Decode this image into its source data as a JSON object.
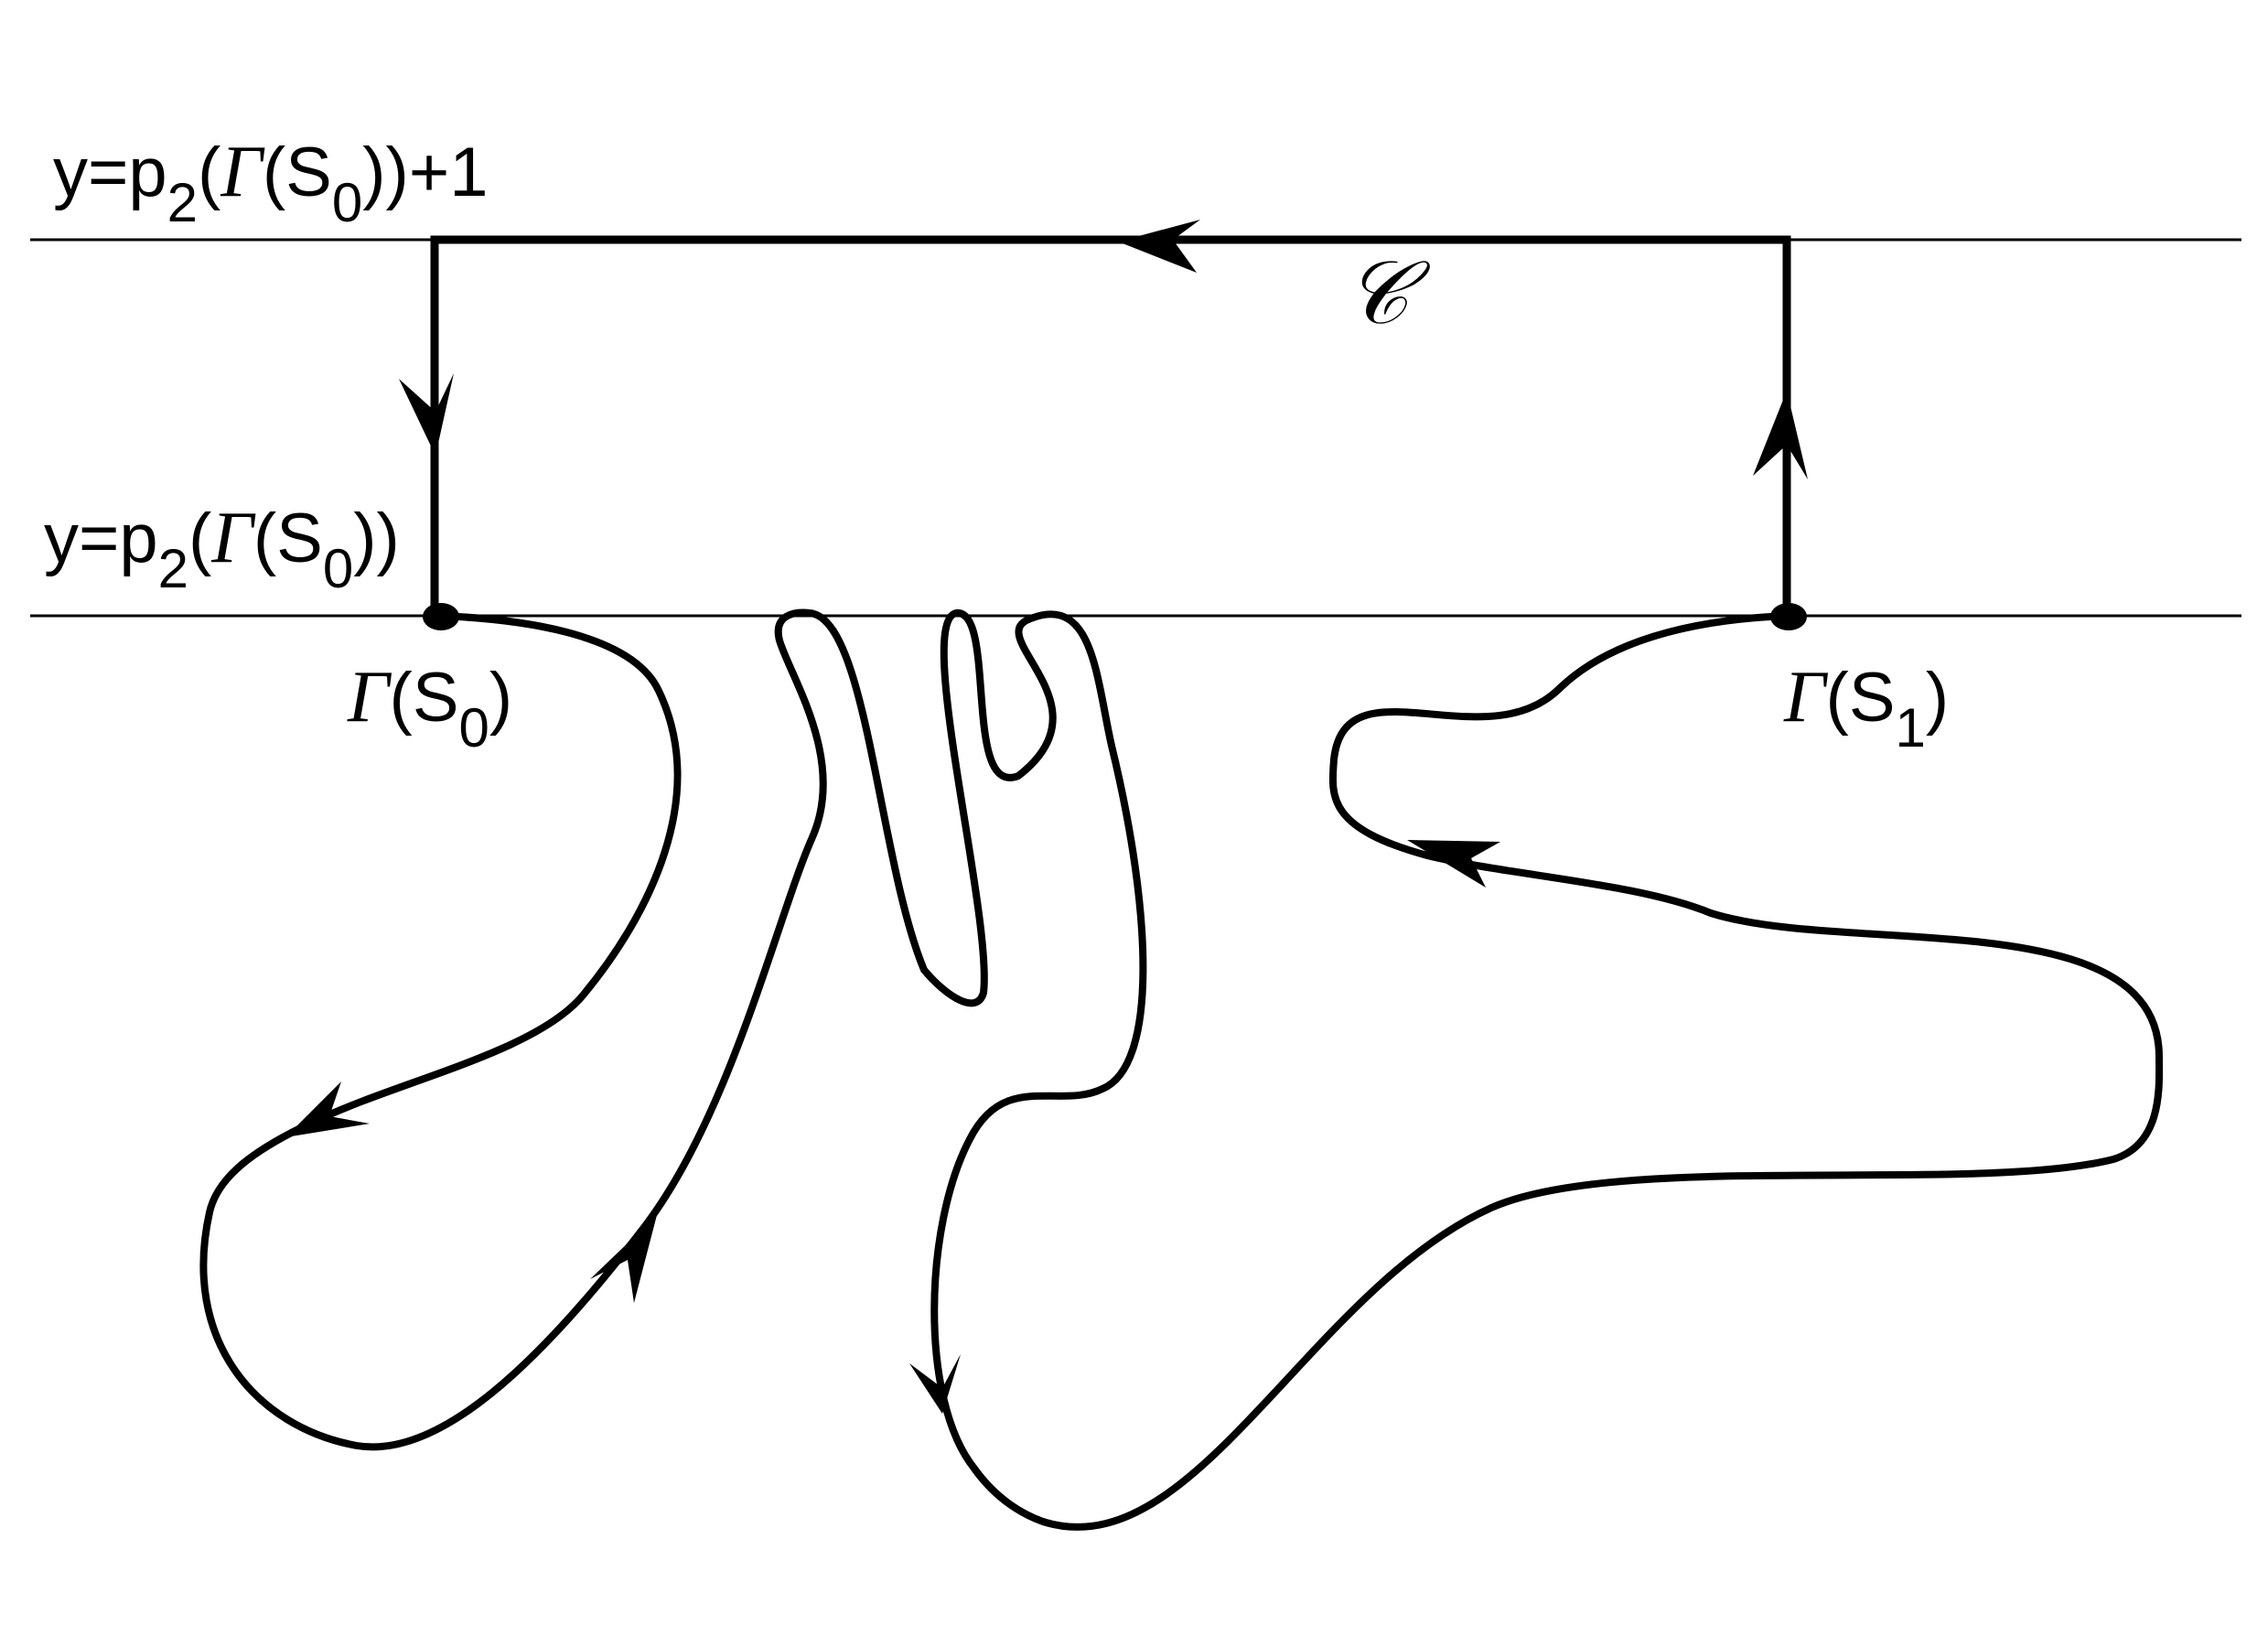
{
  "labels": {
    "upper_line": {
      "prefix": "y=p",
      "sub_2": "2",
      "open": "(",
      "gamma": "Γ",
      "open2": "(S",
      "sub_0": "0",
      "close": "))+1"
    },
    "lower_line": {
      "prefix": "y=p",
      "sub_2": "2",
      "open": "(",
      "gamma": "Γ",
      "open2": "(S",
      "sub_0": "0",
      "close": "))"
    },
    "point_s0": {
      "gamma": "Γ",
      "open": "(S",
      "sub": "0",
      "close": ")"
    },
    "point_s1": {
      "gamma": "Γ",
      "open": "(S",
      "sub": "1",
      "close": ")"
    },
    "contour": "𝒞"
  },
  "colors": {
    "ink": "#000000",
    "background": "#ffffff"
  }
}
